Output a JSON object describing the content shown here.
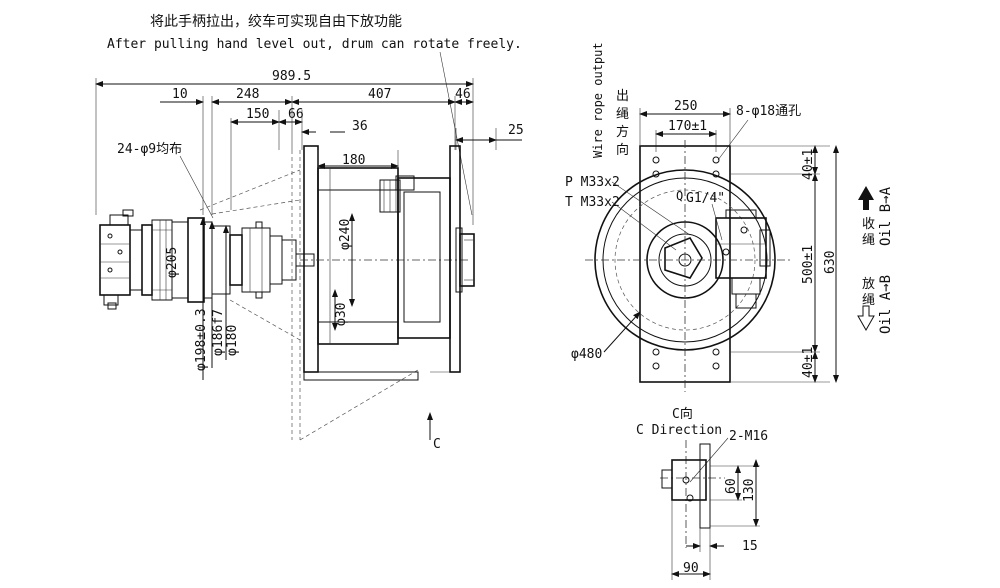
{
  "header": {
    "note_cn": "将此手柄拉出，绞车可实现自由下放功能",
    "note_en": "After pulling hand level out, drum can rotate freely."
  },
  "side_view": {
    "dims_top": {
      "overall": "989.5",
      "d10": "10",
      "d248": "248",
      "d407": "407",
      "d46": "46",
      "d150": "150",
      "d66": "66",
      "d36": "36",
      "d25": "25",
      "d180": "180"
    },
    "bolt_holes": "24-φ9均布",
    "diameters": {
      "d205": "φ205",
      "d240": "φ240",
      "d30": "φ30",
      "d198": "φ198±0.3",
      "d186": "φ186f7",
      "d180": "φ180"
    },
    "view_arrow": "C"
  },
  "front_view": {
    "rope_cn": "出绳方向",
    "rope_en": "Wire rope output",
    "dims": {
      "d250": "250",
      "d170": "170±1",
      "d40a": "40±1",
      "d500": "500±1",
      "d40b": "40±1",
      "d630": "630",
      "d480": "φ480"
    },
    "holes": "8-φ18通孔",
    "ports": {
      "p": "P M33x2",
      "t": "T M33x2",
      "g": "G1/4\""
    },
    "port_g_letter": "Q",
    "direction": {
      "up_cn": "收绳",
      "up_en": "Oil B→A",
      "down_cn": "放绳",
      "down_en": "Oil A→B"
    }
  },
  "c_view": {
    "title_cn": "C向",
    "title_en": "C Direction",
    "thread": "2-M16",
    "d60": "60",
    "d130": "130",
    "d15": "15",
    "d90": "90"
  }
}
